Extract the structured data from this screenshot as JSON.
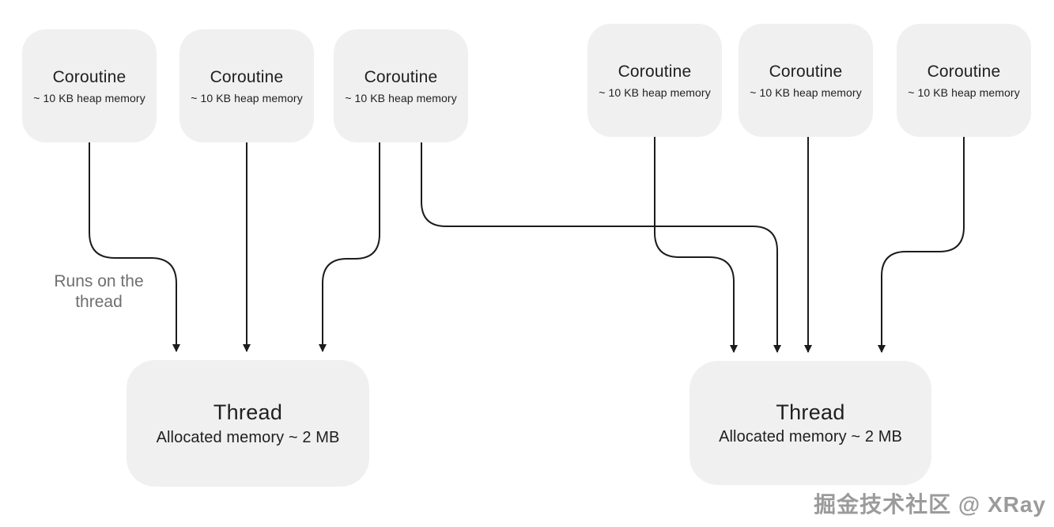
{
  "nodes": {
    "coroutines": [
      {
        "title": "Coroutine",
        "subtitle": "~ 10 KB heap memory"
      },
      {
        "title": "Coroutine",
        "subtitle": "~ 10 KB heap memory"
      },
      {
        "title": "Coroutine",
        "subtitle": "~ 10 KB heap memory"
      },
      {
        "title": "Coroutine",
        "subtitle": "~ 10 KB heap memory"
      },
      {
        "title": "Coroutine",
        "subtitle": "~ 10 KB heap memory"
      },
      {
        "title": "Coroutine",
        "subtitle": "~ 10 KB heap memory"
      }
    ],
    "threads": [
      {
        "title": "Thread",
        "subtitle": "Allocated memory ~ 2 MB"
      },
      {
        "title": "Thread",
        "subtitle": "Allocated memory ~ 2 MB"
      }
    ]
  },
  "annotations": {
    "runs_on_thread": {
      "line1": "Runs on the",
      "line2": "thread"
    }
  },
  "watermark": {
    "text": "掘金技术社区 @ XRay"
  },
  "colors": {
    "background": "#ffffff",
    "node_fill": "#f0f0f1",
    "node_text": "#1f1f1f",
    "line": "#1c1c1c",
    "label_text": "#6f6f6f",
    "watermark": "#9b9b9b"
  }
}
